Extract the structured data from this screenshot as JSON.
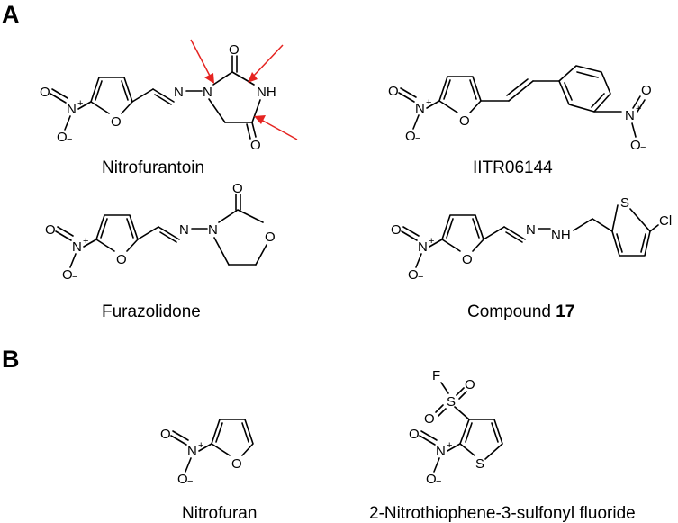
{
  "panels": [
    {
      "letter": "A"
    },
    {
      "letter": "B"
    }
  ],
  "compounds": [
    {
      "id": "nitrofurantoin",
      "caption": "Nitrofurantoin",
      "caption_bold": ""
    },
    {
      "id": "iitr06144",
      "caption": "IITR06144",
      "caption_bold": ""
    },
    {
      "id": "furazolidone",
      "caption": "Furazolidone",
      "caption_bold": ""
    },
    {
      "id": "compound17",
      "caption": "Compound ",
      "caption_bold": "17"
    },
    {
      "id": "nitrofuran",
      "caption": "Nitrofuran",
      "caption_bold": ""
    },
    {
      "id": "nitrothiophene",
      "caption": "2-Nitrothiophene-3-sulfonyl fluoride",
      "caption_bold": ""
    }
  ],
  "atoms": {
    "O": "O",
    "N": "N",
    "S": "S",
    "F": "F",
    "Cl": "Cl",
    "NH": "NH",
    "plus": "+",
    "minus": "−"
  },
  "highlight": {
    "color": "#e52421",
    "marker": "red arrows"
  }
}
